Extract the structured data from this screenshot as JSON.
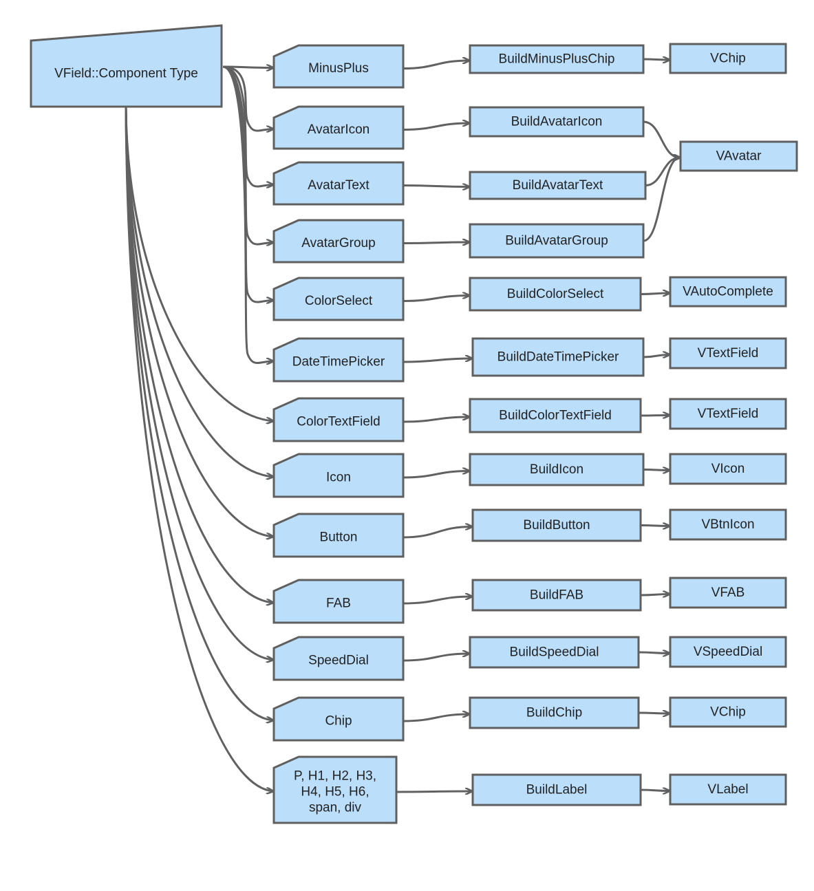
{
  "colors": {
    "node_fill": "#bbdefb",
    "node_stroke": "#5f5f5f",
    "edge": "#616161",
    "text": "#222222"
  },
  "root": {
    "id": "root",
    "label": "VField::Component Type"
  },
  "types": [
    {
      "id": "t_minusplus",
      "lines": [
        "MinusPlus"
      ]
    },
    {
      "id": "t_avataricon",
      "lines": [
        "AvatarIcon"
      ]
    },
    {
      "id": "t_avatartext",
      "lines": [
        "AvatarText"
      ]
    },
    {
      "id": "t_avatargroup",
      "lines": [
        "AvatarGroup"
      ]
    },
    {
      "id": "t_colorselect",
      "lines": [
        "ColorSelect"
      ]
    },
    {
      "id": "t_datetimepicker",
      "lines": [
        "DateTimePicker"
      ]
    },
    {
      "id": "t_colortextfield",
      "lines": [
        "ColorTextField"
      ]
    },
    {
      "id": "t_icon",
      "lines": [
        "Icon"
      ]
    },
    {
      "id": "t_button",
      "lines": [
        "Button"
      ]
    },
    {
      "id": "t_fab",
      "lines": [
        "FAB"
      ]
    },
    {
      "id": "t_speeddial",
      "lines": [
        "SpeedDial"
      ]
    },
    {
      "id": "t_chip",
      "lines": [
        "Chip"
      ]
    },
    {
      "id": "t_label",
      "lines": [
        "P, H1, H2, H3,",
        "H4, H5, H6,",
        "span, div"
      ]
    }
  ],
  "builders": [
    {
      "id": "b_minusplus",
      "label": "BuildMinusPlusChip"
    },
    {
      "id": "b_avataricon",
      "label": "BuildAvatarIcon"
    },
    {
      "id": "b_avatartext",
      "label": "BuildAvatarText"
    },
    {
      "id": "b_avatargroup",
      "label": "BuildAvatarGroup"
    },
    {
      "id": "b_colorselect",
      "label": "BuildColorSelect"
    },
    {
      "id": "b_datetimepicker",
      "label": "BuildDateTimePicker"
    },
    {
      "id": "b_colortextfield",
      "label": "BuildColorTextField"
    },
    {
      "id": "b_icon",
      "label": "BuildIcon"
    },
    {
      "id": "b_button",
      "label": "BuildButton"
    },
    {
      "id": "b_fab",
      "label": "BuildFAB"
    },
    {
      "id": "b_speeddial",
      "label": "BuildSpeedDial"
    },
    {
      "id": "b_chip",
      "label": "BuildChip"
    },
    {
      "id": "b_label",
      "label": "BuildLabel"
    }
  ],
  "components": [
    {
      "id": "c_vchip1",
      "label": "VChip"
    },
    {
      "id": "c_vavatar",
      "label": "VAvatar"
    },
    {
      "id": "c_vautocomplete",
      "label": "VAutoComplete"
    },
    {
      "id": "c_vtextfield1",
      "label": "VTextField"
    },
    {
      "id": "c_vtextfield2",
      "label": "VTextField"
    },
    {
      "id": "c_vicon",
      "label": "VIcon"
    },
    {
      "id": "c_vbtnicon",
      "label": "VBtnIcon"
    },
    {
      "id": "c_vfab",
      "label": "VFAB"
    },
    {
      "id": "c_vspeeddial",
      "label": "VSpeedDial"
    },
    {
      "id": "c_vchip2",
      "label": "VChip"
    },
    {
      "id": "c_vlabel",
      "label": "VLabel"
    }
  ],
  "edges": [
    [
      "root",
      "t_minusplus"
    ],
    [
      "root",
      "t_avataricon"
    ],
    [
      "root",
      "t_avatartext"
    ],
    [
      "root",
      "t_avatargroup"
    ],
    [
      "root",
      "t_colorselect"
    ],
    [
      "root",
      "t_datetimepicker"
    ],
    [
      "root",
      "t_colortextfield"
    ],
    [
      "root",
      "t_icon"
    ],
    [
      "root",
      "t_button"
    ],
    [
      "root",
      "t_fab"
    ],
    [
      "root",
      "t_speeddial"
    ],
    [
      "root",
      "t_chip"
    ],
    [
      "root",
      "t_label"
    ],
    [
      "t_minusplus",
      "b_minusplus"
    ],
    [
      "t_avataricon",
      "b_avataricon"
    ],
    [
      "t_avatartext",
      "b_avatartext"
    ],
    [
      "t_avatargroup",
      "b_avatargroup"
    ],
    [
      "t_colorselect",
      "b_colorselect"
    ],
    [
      "t_datetimepicker",
      "b_datetimepicker"
    ],
    [
      "t_colortextfield",
      "b_colortextfield"
    ],
    [
      "t_icon",
      "b_icon"
    ],
    [
      "t_button",
      "b_button"
    ],
    [
      "t_fab",
      "b_fab"
    ],
    [
      "t_speeddial",
      "b_speeddial"
    ],
    [
      "t_chip",
      "b_chip"
    ],
    [
      "t_label",
      "b_label"
    ],
    [
      "b_minusplus",
      "c_vchip1"
    ],
    [
      "b_avataricon",
      "c_vavatar"
    ],
    [
      "b_avatartext",
      "c_vavatar"
    ],
    [
      "b_avatargroup",
      "c_vavatar"
    ],
    [
      "b_colorselect",
      "c_vautocomplete"
    ],
    [
      "b_datetimepicker",
      "c_vtextfield1"
    ],
    [
      "b_colortextfield",
      "c_vtextfield2"
    ],
    [
      "b_icon",
      "c_vicon"
    ],
    [
      "b_button",
      "c_vbtnicon"
    ],
    [
      "b_fab",
      "c_vfab"
    ],
    [
      "b_speeddial",
      "c_vspeeddial"
    ],
    [
      "b_chip",
      "c_vchip2"
    ],
    [
      "b_label",
      "c_vlabel"
    ]
  ]
}
